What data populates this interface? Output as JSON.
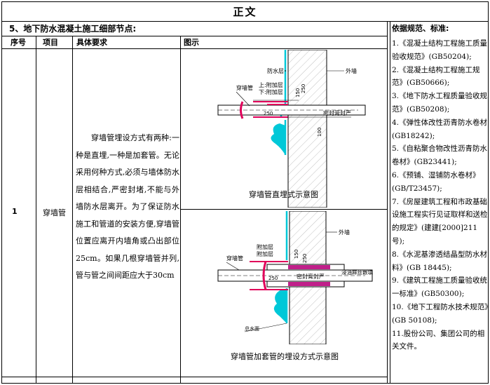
{
  "header": {
    "title": "正文"
  },
  "section": {
    "title": "5、地下防水混凝土施工细部节点:"
  },
  "standards_title": "依据规范、标准:",
  "columns": {
    "no": "序号",
    "item": "项目",
    "req": "具体要求",
    "fig": "图示"
  },
  "row": {
    "no": "1",
    "item": "穿墙管",
    "requirement": "穿墙管埋设方式有两种:一种是直埋,一种是加套管。无论采用何种方式,必须与墙体防水层相结合,严密封堵,不能与外墙防水层离开。为了保证防水施工和管道的安装方便,穿墙管位置应离开内墙角或凸出部位25cm。如果几根穿墙管并列,管与管之间间距应大于30cm"
  },
  "figure1": {
    "caption": "穿墙管直埋式示意图",
    "labels": {
      "waterproof": "防水层",
      "outer_wall": "外墙",
      "pipe": "穿墙管",
      "upper_add": "上:附加层",
      "lower_add": "下:附加层",
      "sealant": "密封膏封严",
      "d250": "250",
      "d150": "150",
      "d100": "100",
      "d250v": "250"
    }
  },
  "figure2": {
    "caption": "穿墙管加套管的埋设方式示意图",
    "labels": {
      "outer_wall": "外墙",
      "add1": "附加层",
      "add2": "附加层",
      "pipe": "穿墙管",
      "sealant": "密封膏封严",
      "fill": "浸油麻丝嵌填",
      "d250": "250",
      "d250v": "250",
      "d150": "150",
      "base": "总水面"
    }
  },
  "standards": [
    "1.《混凝土结构工程施工质量验收规范》(GB50204);",
    "2.《混凝土结构工程施工规范》(GB50666);",
    "3.《地下防水工程质量验收规范》(GB50208);",
    "4.《弹性体改性沥青防水卷材(GB18242);",
    "5.《自粘聚合物改性沥青防水卷材》(GB23441);",
    "6.《预铺、湿铺防水卷材》(GB/T23457);",
    "7.《房屋建筑工程和市政基础设施工程实行见证取样和送检的规定》(建建[2000]211号);",
    "8.《水泥基渗透结晶型防水材料》(GB 18445);",
    "9.《建筑工程施工质量验收统一标准》(GB50300);",
    "10.《地下工程防水技术规范》(GB 50108);",
    "11.股份公司、集团公司的相关文件。"
  ],
  "colors": {
    "water": "#00c8d8",
    "membrane": "#e0005a",
    "sealant": "#c0208a"
  }
}
